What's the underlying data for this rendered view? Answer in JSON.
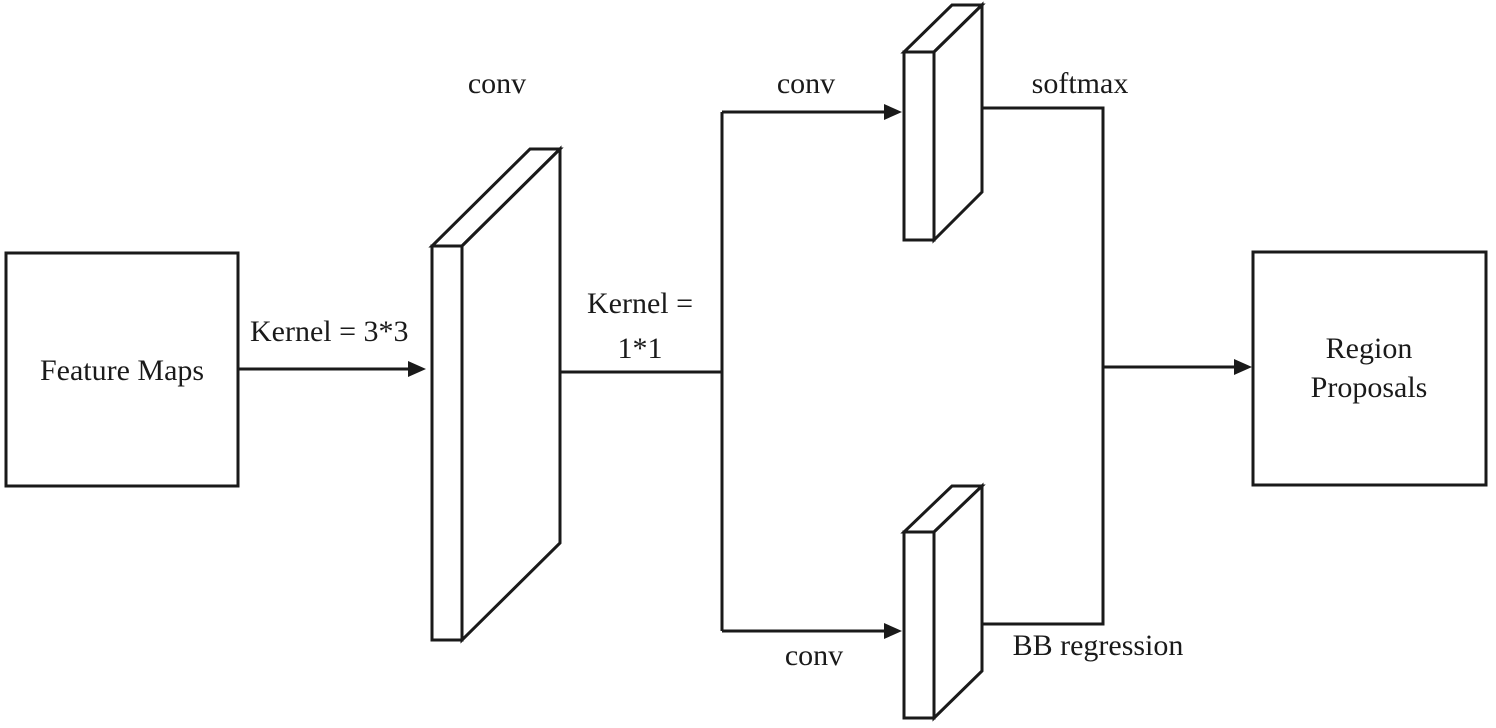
{
  "nodes": {
    "feature_maps": "Feature Maps",
    "region_proposals_line1": "Region",
    "region_proposals_line2": "Proposals"
  },
  "labels": {
    "conv_main": "conv",
    "kernel_3x3": "Kernel = 3*3",
    "kernel_1x1_line1": "Kernel =",
    "kernel_1x1_line2": "1*1",
    "conv_top": "conv",
    "conv_bottom": "conv",
    "softmax": "softmax",
    "bb_regression": "BB regression"
  }
}
